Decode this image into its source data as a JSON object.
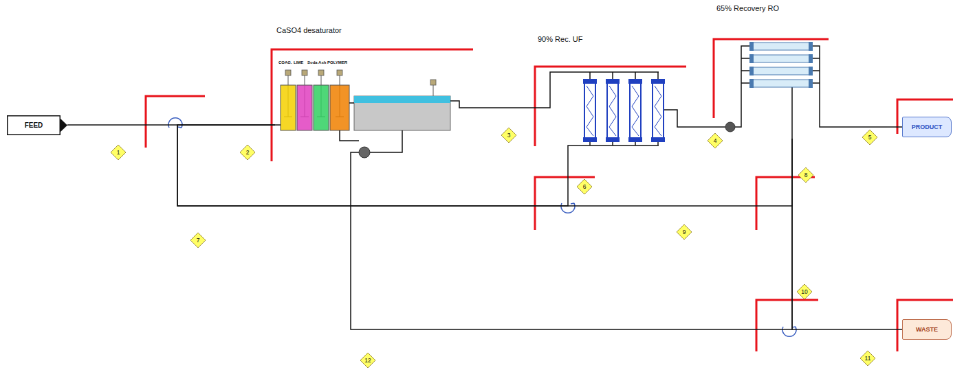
{
  "diagram": {
    "nodes": [
      {
        "text": [
          "FEED"
        ]
      },
      {
        "text": [
          "CaSO4 desaturator"
        ]
      },
      {
        "text": [
          "90% Rec. UF"
        ]
      },
      {
        "text": [
          "65% Recovery RO"
        ]
      },
      {
        "text": [
          "PRODUCT"
        ]
      },
      {
        "text": [
          "WASTE"
        ]
      }
    ],
    "edges": [
      {
        "from": 0,
        "to": 1,
        "arrow": "none"
      },
      {
        "from": 1,
        "to": 2,
        "arrow": "none"
      },
      {
        "from": 2,
        "to": 3,
        "arrow": "none"
      },
      {
        "from": 3,
        "to": 4,
        "arrow": "none"
      },
      {
        "from": 2,
        "to": 1,
        "arrow": "none"
      },
      {
        "from": 3,
        "to": 1,
        "arrow": "none"
      },
      {
        "from": 3,
        "to": 5,
        "arrow": "none"
      },
      {
        "from": 3,
        "to": 1,
        "arrow": "none"
      }
    ],
    "labels": [
      "1",
      "2",
      "3",
      "4",
      "5",
      "6",
      "7",
      "8",
      "9",
      "10",
      "11",
      "12",
      "COAG.",
      "LIME",
      "Soda Ash",
      "POLYMER"
    ]
  }
}
